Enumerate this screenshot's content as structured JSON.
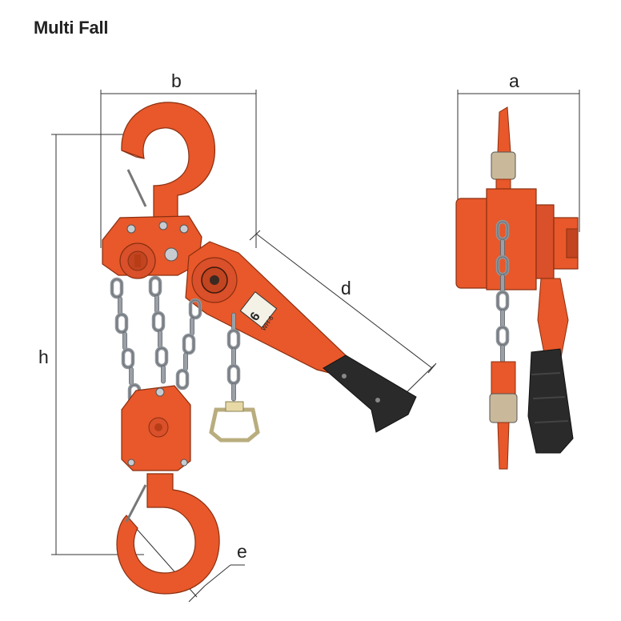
{
  "title": "Multi Fall",
  "dimensions": {
    "a": "a",
    "b": "b",
    "d": "d",
    "e": "e",
    "h": "h"
  },
  "handle_plate": {
    "label": "WH-6",
    "number": "6"
  },
  "colors": {
    "body_orange": "#e8582a",
    "body_dark": "#b83d16",
    "chain_grey": "#8f959b",
    "grip_black": "#2a2a2a",
    "handle_yellow": "#e7d9a6",
    "dimension_line": "#333333"
  },
  "icons": {
    "hoist": "lever-hoist-drawing",
    "top_hook": "hook-icon",
    "bottom_hook": "hook-icon"
  }
}
